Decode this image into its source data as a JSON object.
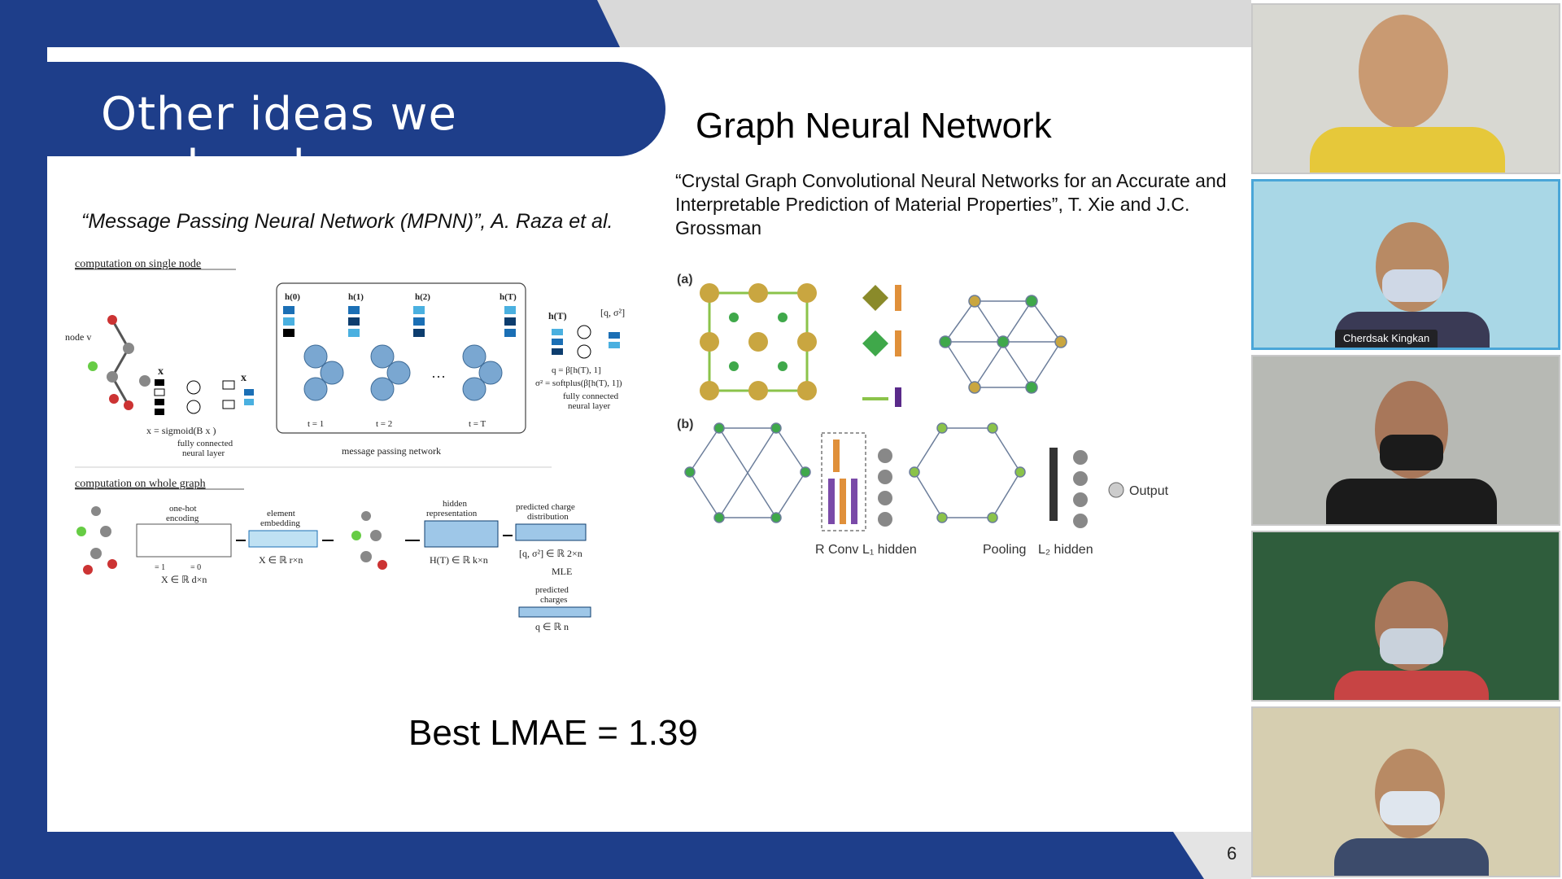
{
  "slide": {
    "title": "Other ideas we explored",
    "page_number": "6",
    "left": {
      "citation": "“Message Passing Neural Network (MPNN)”, A. Raza et al.",
      "fig_labels": {
        "single_node": "computation on single node",
        "whole_graph": "computation on whole graph",
        "node_v": "node v",
        "xv": "x",
        "xve": "x",
        "sigmoid": "x = sigmoid(B x )",
        "fc_layer_1": "fully connected",
        "fc_layer_2": "neural layer",
        "h0": "h(0)",
        "h1": "h(1)",
        "h2": "h(2)",
        "hT": "h(T)",
        "t1": "t = 1",
        "t2": "t = 2",
        "tT": "t = T",
        "mpn": "message passing network",
        "hT_out": "h(T)",
        "q_sigma": "[q, σ²]",
        "q_eq": "q = β[h(T), 1]",
        "sigma_eq": "σ² = softplus(β[h(T), 1])",
        "fc2_1": "fully connected",
        "fc2_2": "neural layer",
        "onehot_1": "one-hot",
        "onehot_2": "encoding",
        "legend_1": "= 1",
        "legend_0": "= 0",
        "X_dim": "X ∈ ℝ d×n",
        "elem_1": "element",
        "elem_2": "embedding",
        "Xe_dim": "X ∈ ℝ r×n",
        "hidden_1": "hidden",
        "hidden_2": "representation",
        "H_dim": "H(T) ∈ ℝ k×n",
        "pcd_1": "predicted charge",
        "pcd_2": "distribution",
        "qs_dim": "[q, σ²] ∈ ℝ 2×n",
        "mle": "MLE",
        "pc_1": "predicted",
        "pc_2": "charges",
        "q_dim": "q ∈ ℝ n"
      }
    },
    "right": {
      "heading": "Graph Neural Network",
      "citation": "“Crystal Graph Convolutional Neural Networks for an Accurate and Interpretable Prediction of Material Properties”, T. Xie and J.C. Grossman",
      "fig_labels": {
        "a": "(a)",
        "b": "(b)",
        "rconv": "R Conv",
        "l1": "L₁ hidden",
        "pooling": "Pooling",
        "l2": "L₂ hidden",
        "output": "Output"
      }
    },
    "result": "Best LMAE = 1.39"
  },
  "participants": [
    {
      "name": "",
      "shirt": "#e6c83a",
      "bg": "#d8d8d2",
      "active": false
    },
    {
      "name": "Cherdsak Kingkan",
      "shirt": "#3a3a55",
      "bg": "#a9d7e6",
      "active": true
    },
    {
      "name": "",
      "shirt": "#1b1b1b",
      "bg": "#b7b9b4",
      "active": false
    },
    {
      "name": "",
      "shirt": "#c74444",
      "bg": "#2f5d3c",
      "active": false
    },
    {
      "name": "",
      "shirt": "#3c4b6b",
      "bg": "#d6ceb0",
      "active": false
    }
  ],
  "colors": {
    "navy": "#1e3e8a",
    "accent_blue": "#4aa6d8",
    "gold": "#c9a640",
    "green": "#3fa84a"
  }
}
